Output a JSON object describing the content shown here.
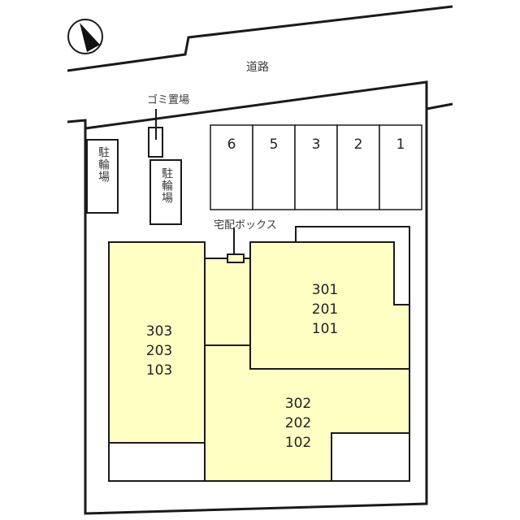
{
  "compass": {
    "icon": "north-arrow-icon",
    "direction": "N"
  },
  "road": {
    "label": "道路"
  },
  "facilities": {
    "garbage": "ゴミ置場",
    "bicycle_left": "駐輪場",
    "bicycle_center": "駐輪場",
    "delivery_box": "宅配ボックス"
  },
  "parking": {
    "spaces": [
      "6",
      "5",
      "3",
      "2",
      "1"
    ]
  },
  "buildings": [
    {
      "id": "west",
      "units": [
        "303",
        "203",
        "103"
      ]
    },
    {
      "id": "northeast",
      "units": [
        "301",
        "201",
        "101"
      ]
    },
    {
      "id": "southeast",
      "units": [
        "302",
        "202",
        "102"
      ]
    }
  ],
  "colors": {
    "building_fill": "#ffffc4",
    "line": "#1a1a1a",
    "background": "#ffffff"
  }
}
